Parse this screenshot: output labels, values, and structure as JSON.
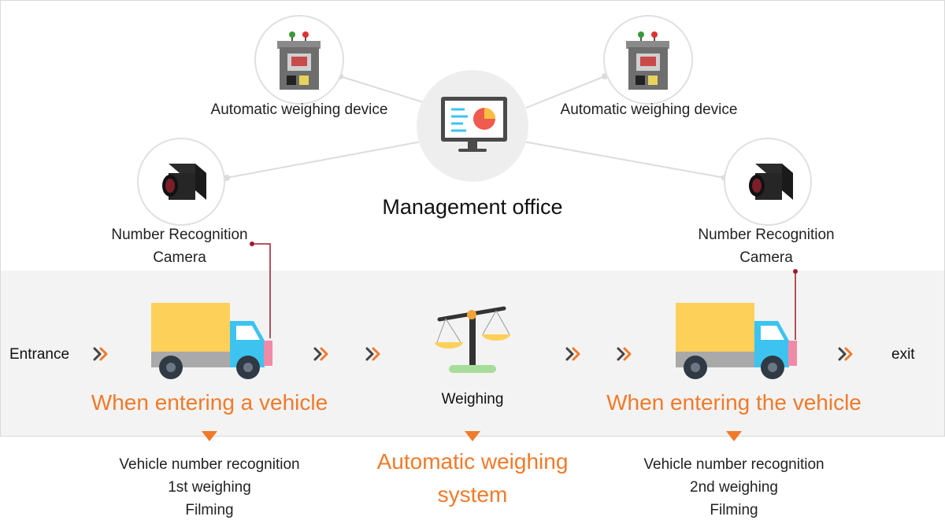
{
  "top": {
    "device_left_label": "Automatic weighing device",
    "device_right_label": "Automatic weighing device",
    "office_label": "Management office",
    "camera_left_label_line1": "Number Recognition",
    "camera_left_label_line2": "Camera",
    "camera_right_label_line1": "Number Recognition",
    "camera_right_label_line2": "Camera"
  },
  "flow": {
    "entrance_label": "Entrance",
    "exit_label": "exit",
    "weighing_label": "Weighing",
    "stage_left_title": "When entering a vehicle",
    "stage_right_title": "When entering the vehicle"
  },
  "bottom": {
    "left_items": [
      "Vehicle number recognition",
      "1st weighing",
      "Filming"
    ],
    "center_title_line1": "Automatic weighing",
    "center_title_line2": "system",
    "right_items": [
      "Vehicle number recognition",
      "2nd weighing",
      "Filming"
    ]
  },
  "colors": {
    "accent": "#f07a2a",
    "truck_cargo": "#fdd05a",
    "truck_cab": "#3cc3f0",
    "connector": "#9a1b2c"
  },
  "icons": [
    "weighing-device-icon",
    "monitor-chart-icon",
    "camera-icon",
    "truck-icon",
    "scale-icon",
    "double-chevron-icon",
    "down-triangle-icon"
  ]
}
